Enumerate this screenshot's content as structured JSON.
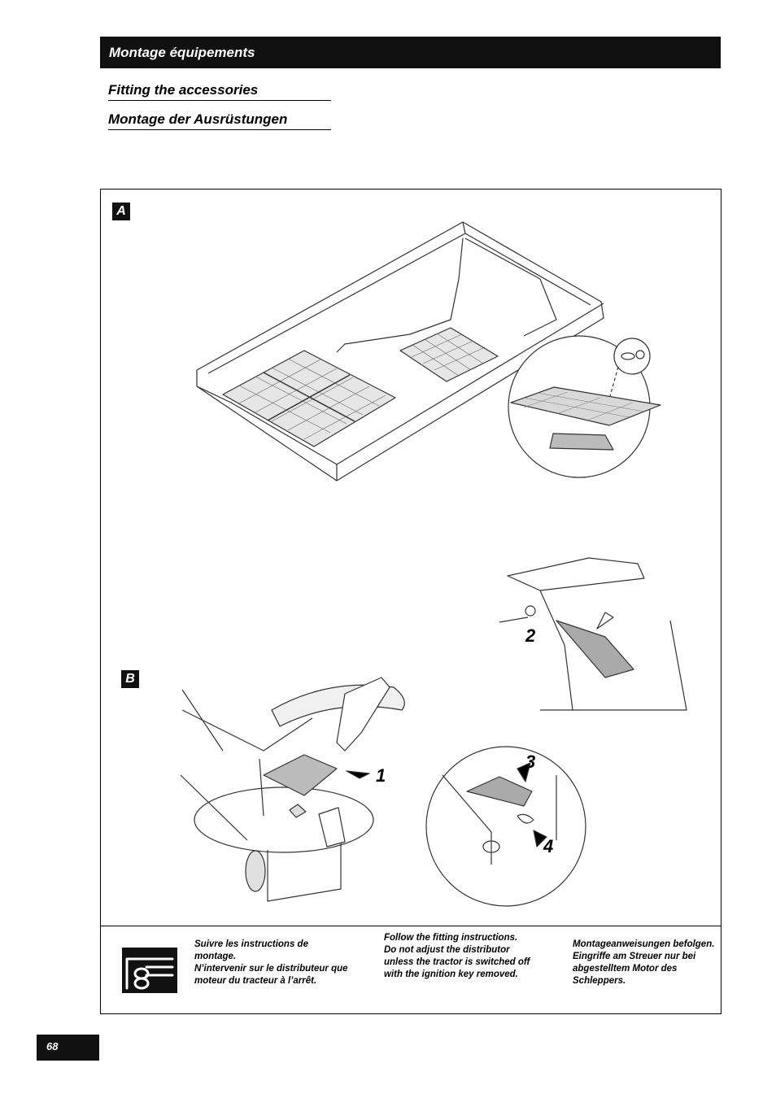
{
  "header": {
    "title": "Montage équipements"
  },
  "subtitles": [
    "Fitting the accessories",
    "Montage der Ausrüstungen"
  ],
  "figures": {
    "a_label": "A",
    "b_label": "B",
    "callouts": [
      "1",
      "2",
      "3",
      "4"
    ]
  },
  "notes": {
    "fr": "Suivre les instructions de montage.\nN’intervenir sur le distributeur que moteur du tracteur à l’arrêt.",
    "en": "Follow the fitting instructions.\nDo not adjust the distributor unless the tractor is switched off with the ignition key removed.",
    "de": "Montageanweisungen befolgen.\nEingriffe am Streuer nur bei abgestelltem Motor des Schleppers."
  },
  "page_number": "68",
  "icons": {
    "manual": "instruction-manual-icon"
  },
  "colors": {
    "bar": "#111111",
    "background": "#ffffff"
  }
}
